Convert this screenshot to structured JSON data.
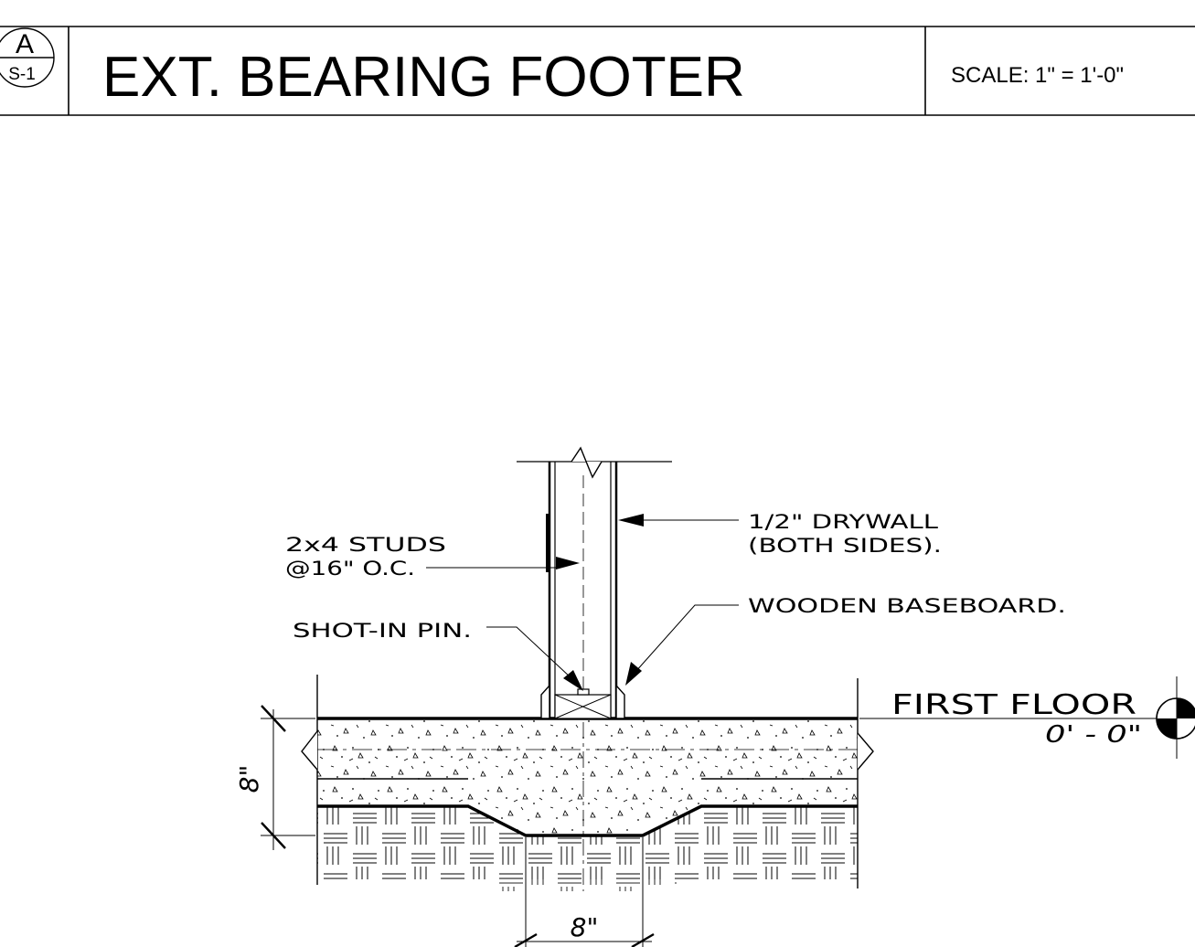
{
  "title_block": {
    "detail_letter": "A",
    "sheet_number": "S-1",
    "title": "EXT. BEARING FOOTER",
    "scale": "SCALE:  1\" = 1'-0\""
  },
  "callouts": {
    "studs_line1": "2x4 STUDS",
    "studs_line2": "@16\" O.C.",
    "drywall_line1": "1/2\" DRYWALL",
    "drywall_line2": "(BOTH SIDES).",
    "baseboard": "WOODEN BASEBOARD.",
    "shot_pin": "SHOT-IN PIN."
  },
  "level_marker": {
    "name": "FIRST FLOOR",
    "elevation": "0' - 0\""
  },
  "dimensions": {
    "height": "8\"",
    "width": "8\""
  }
}
